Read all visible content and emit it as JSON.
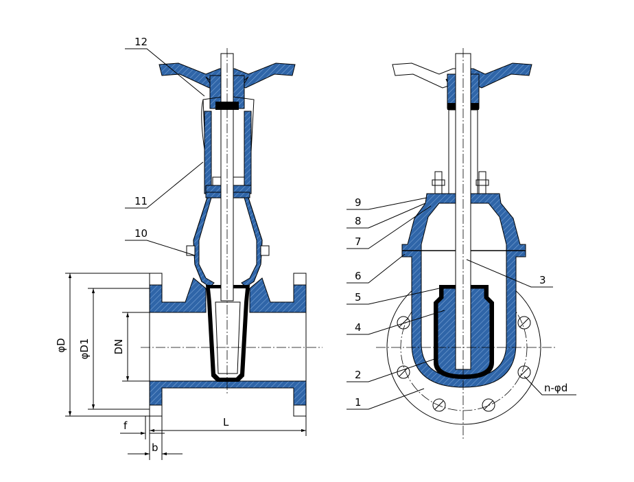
{
  "colors": {
    "section_fill": "#2f65a8",
    "line": "#000000",
    "background": "#ffffff"
  },
  "callouts": {
    "c1": "1",
    "c2": "2",
    "c3": "3",
    "c4": "4",
    "c5": "5",
    "c6": "6",
    "c7": "7",
    "c8": "8",
    "c9": "9",
    "c10": "10",
    "c11": "11",
    "c12": "12"
  },
  "dimensions": {
    "D": "φD",
    "D1": "φD1",
    "DN": "DN",
    "L": "L",
    "f": "f",
    "b": "b",
    "bolts": "n-φd"
  }
}
